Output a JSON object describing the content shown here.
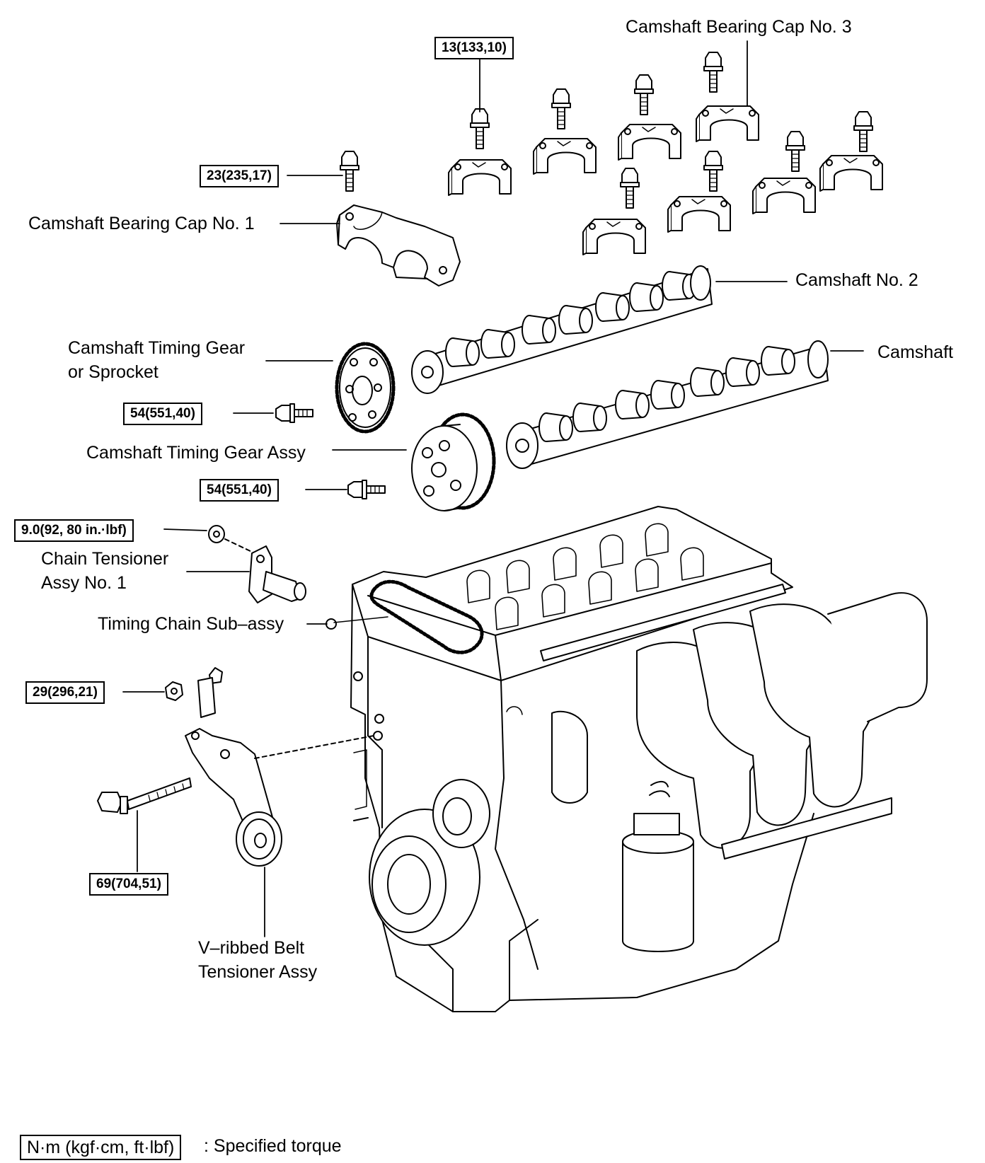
{
  "labels": {
    "bearing_cap_3": "Camshaft Bearing Cap No. 3",
    "bearing_cap_1": "Camshaft Bearing Cap No. 1",
    "camshaft_2": "Camshaft No. 2",
    "camshaft": "Camshaft",
    "timing_gear_line1": "Camshaft Timing Gear",
    "timing_gear_line2": "or Sprocket",
    "gear_assy": "Camshaft Timing Gear Assy",
    "tensioner_line1": "Chain Tensioner",
    "tensioner_line2": "Assy No. 1",
    "timing_chain": "Timing Chain Sub–assy",
    "belt_tensioner_line1": "V–ribbed Belt",
    "belt_tensioner_line2": "Tensioner Assy"
  },
  "torques": {
    "caps": "13(133,10)",
    "cap1": "23(235,17)",
    "gear_bolt": "54(551,40)",
    "gear_assy_bolt": "54(551,40)",
    "tensioner_nut": "9.0(92, 80 in.·lbf)",
    "belt_nut": "29(296,21)",
    "belt_bolt": "69(704,51)"
  },
  "legend": {
    "units": "N·m (kgf·cm, ft·lbf)",
    "text": ": Specified torque"
  }
}
